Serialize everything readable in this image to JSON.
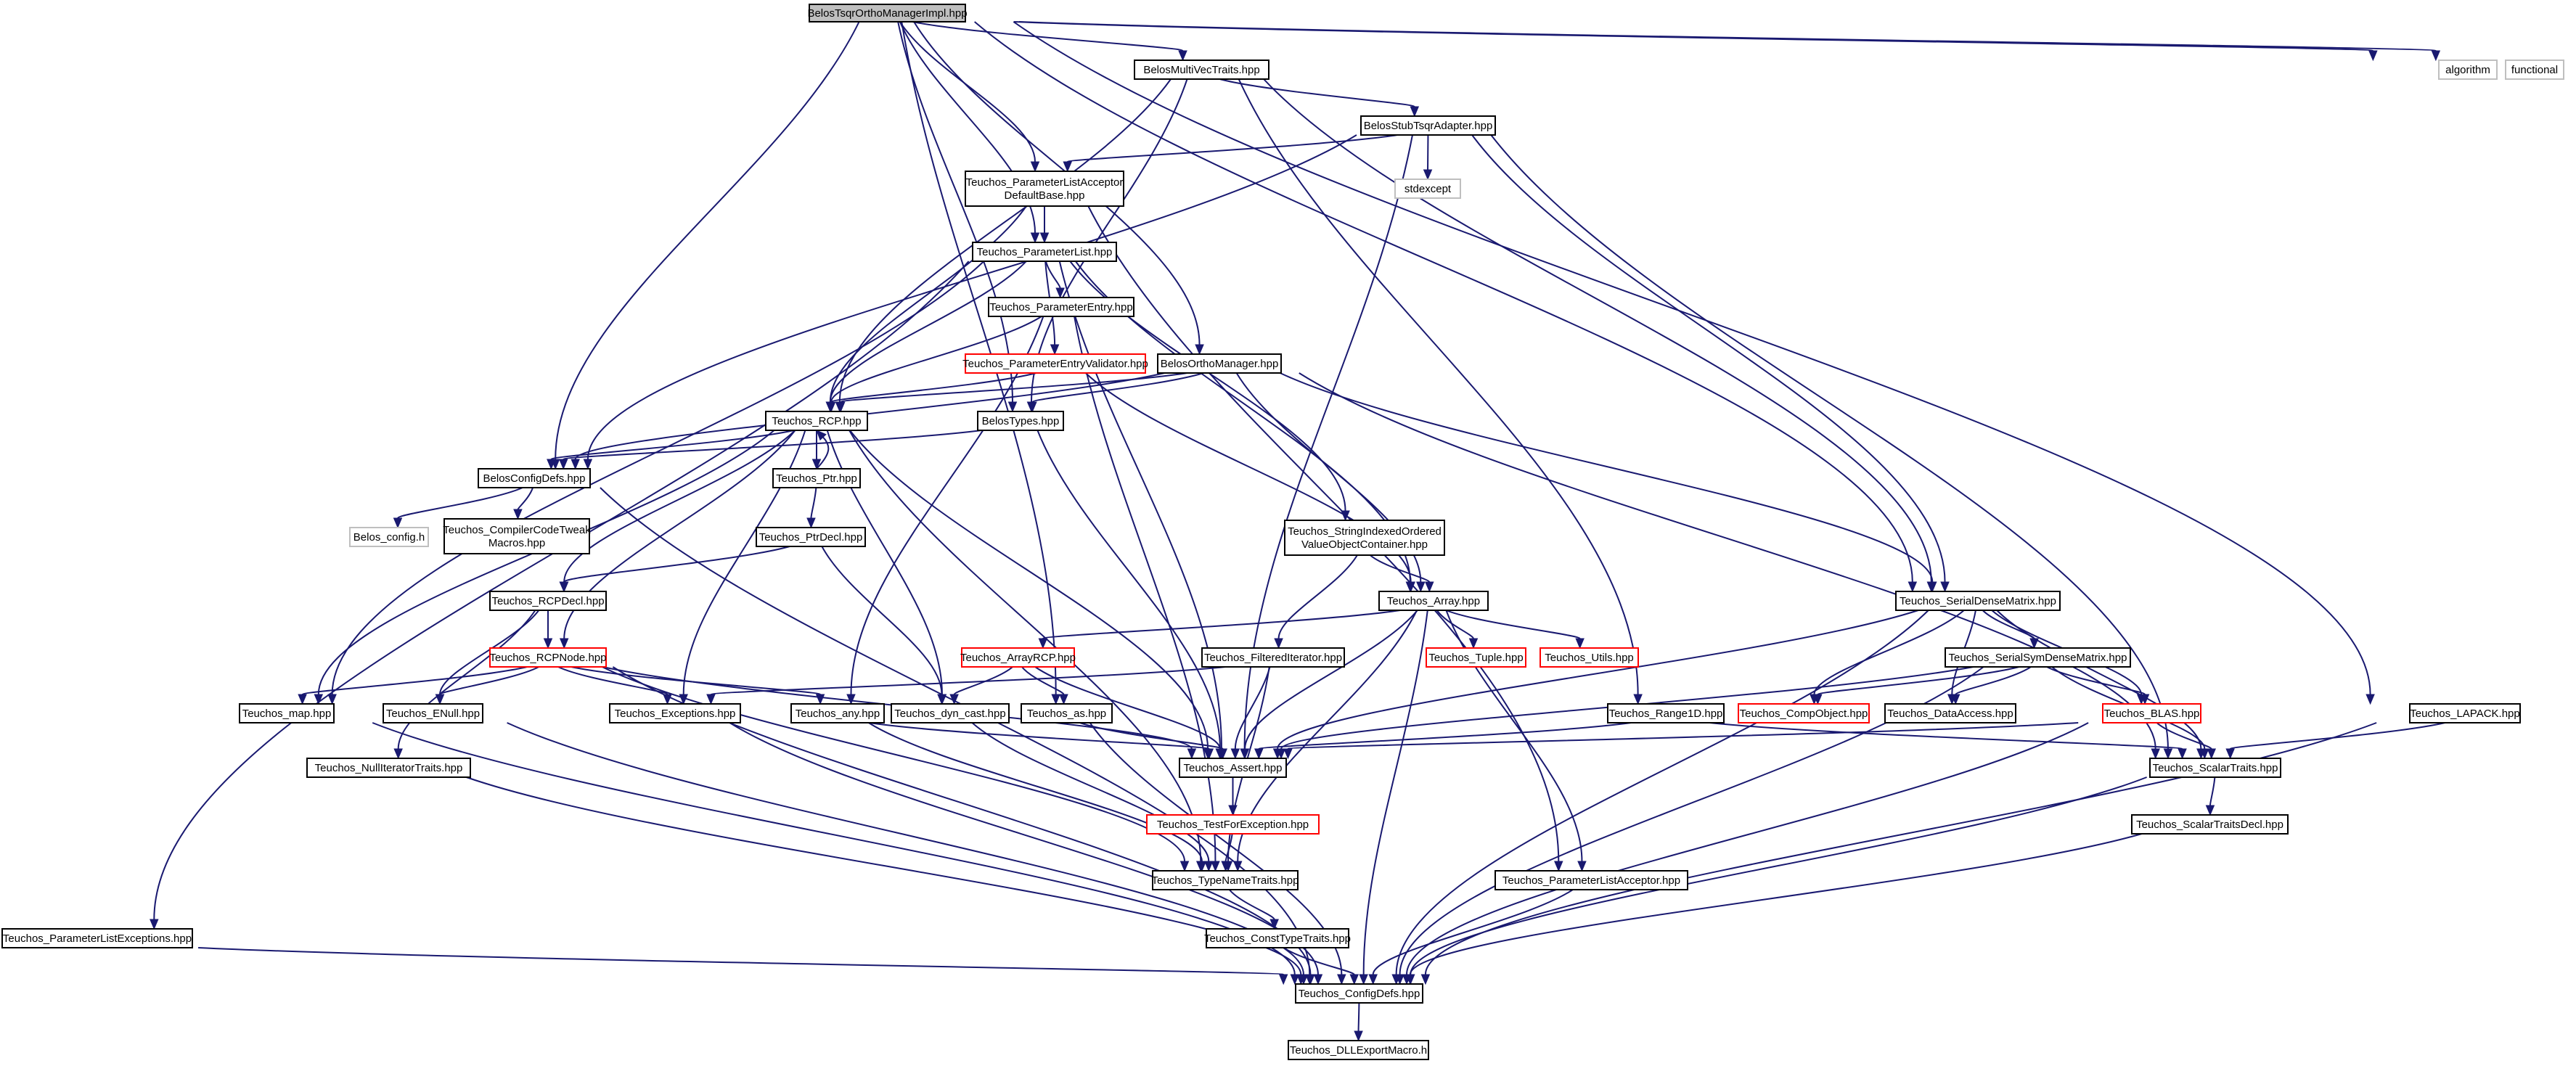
{
  "colors": {
    "edge": "#191970",
    "border_black": "#000000",
    "border_red": "#ff0000",
    "border_gray": "#bfbfbf",
    "root_fill": "#bfbfbf",
    "node_fill": "#ffffff"
  },
  "nodes": [
    {
      "id": "root",
      "lines": [
        "BelosTsqrOrthoManagerImpl.hpp"
      ],
      "style": "root"
    },
    {
      "id": "algorithm",
      "lines": [
        "algorithm"
      ],
      "style": "gray"
    },
    {
      "id": "functional",
      "lines": [
        "functional"
      ],
      "style": "gray"
    },
    {
      "id": "mvtraits",
      "lines": [
        "BelosMultiVecTraits.hpp"
      ],
      "style": "black"
    },
    {
      "id": "stubtsqr",
      "lines": [
        "BelosStubTsqrAdapter.hpp"
      ],
      "style": "black"
    },
    {
      "id": "stdexcept",
      "lines": [
        "stdexcept"
      ],
      "style": "gray"
    },
    {
      "id": "plad",
      "lines": [
        "Teuchos_ParameterListAcceptor",
        "DefaultBase.hpp"
      ],
      "style": "black"
    },
    {
      "id": "plist",
      "lines": [
        "Teuchos_ParameterList.hpp"
      ],
      "style": "black"
    },
    {
      "id": "pentry",
      "lines": [
        "Teuchos_ParameterEntry.hpp"
      ],
      "style": "black"
    },
    {
      "id": "pev",
      "lines": [
        "Teuchos_ParameterEntryValidator.hpp"
      ],
      "style": "red"
    },
    {
      "id": "orthomgr",
      "lines": [
        "BelosOrthoManager.hpp"
      ],
      "style": "black"
    },
    {
      "id": "rcp",
      "lines": [
        "Teuchos_RCP.hpp"
      ],
      "style": "black"
    },
    {
      "id": "belostypes",
      "lines": [
        "BelosTypes.hpp"
      ],
      "style": "black"
    },
    {
      "id": "ptr",
      "lines": [
        "Teuchos_Ptr.hpp"
      ],
      "style": "black"
    },
    {
      "id": "configdefs",
      "lines": [
        "BelosConfigDefs.hpp"
      ],
      "style": "black"
    },
    {
      "id": "belosconfig",
      "lines": [
        "Belos_config.h"
      ],
      "style": "gray"
    },
    {
      "id": "compilertweak",
      "lines": [
        "Teuchos_CompilerCodeTweak",
        "Macros.hpp"
      ],
      "style": "black"
    },
    {
      "id": "ptrdecl",
      "lines": [
        "Teuchos_PtrDecl.hpp"
      ],
      "style": "black"
    },
    {
      "id": "sioovc",
      "lines": [
        "Teuchos_StringIndexedOrdered",
        "ValueObjectContainer.hpp"
      ],
      "style": "black"
    },
    {
      "id": "rcpdecl",
      "lines": [
        "Teuchos_RCPDecl.hpp"
      ],
      "style": "black"
    },
    {
      "id": "array",
      "lines": [
        "Teuchos_Array.hpp"
      ],
      "style": "black"
    },
    {
      "id": "sdm",
      "lines": [
        "Teuchos_SerialDenseMatrix.hpp"
      ],
      "style": "black"
    },
    {
      "id": "rcpnode",
      "lines": [
        "Teuchos_RCPNode.hpp"
      ],
      "style": "red"
    },
    {
      "id": "arrayrcp",
      "lines": [
        "Teuchos_ArrayRCP.hpp"
      ],
      "style": "red"
    },
    {
      "id": "filtit",
      "lines": [
        "Teuchos_FilteredIterator.hpp"
      ],
      "style": "black"
    },
    {
      "id": "tuple",
      "lines": [
        "Teuchos_Tuple.hpp"
      ],
      "style": "red"
    },
    {
      "id": "utils",
      "lines": [
        "Teuchos_Utils.hpp"
      ],
      "style": "red"
    },
    {
      "id": "ssdm",
      "lines": [
        "Teuchos_SerialSymDenseMatrix.hpp"
      ],
      "style": "black"
    },
    {
      "id": "map",
      "lines": [
        "Teuchos_map.hpp"
      ],
      "style": "black"
    },
    {
      "id": "enull",
      "lines": [
        "Teuchos_ENull.hpp"
      ],
      "style": "black"
    },
    {
      "id": "exceptions",
      "lines": [
        "Teuchos_Exceptions.hpp"
      ],
      "style": "black"
    },
    {
      "id": "any",
      "lines": [
        "Teuchos_any.hpp"
      ],
      "style": "black"
    },
    {
      "id": "dyncast",
      "lines": [
        "Teuchos_dyn_cast.hpp"
      ],
      "style": "black"
    },
    {
      "id": "as",
      "lines": [
        "Teuchos_as.hpp"
      ],
      "style": "black"
    },
    {
      "id": "range1d",
      "lines": [
        "Teuchos_Range1D.hpp"
      ],
      "style": "black"
    },
    {
      "id": "compobj",
      "lines": [
        "Teuchos_CompObject.hpp"
      ],
      "style": "red"
    },
    {
      "id": "dataaccess",
      "lines": [
        "Teuchos_DataAccess.hpp"
      ],
      "style": "black"
    },
    {
      "id": "blas",
      "lines": [
        "Teuchos_BLAS.hpp"
      ],
      "style": "red"
    },
    {
      "id": "lapack",
      "lines": [
        "Teuchos_LAPACK.hpp"
      ],
      "style": "black"
    },
    {
      "id": "nullit",
      "lines": [
        "Teuchos_NullIteratorTraits.hpp"
      ],
      "style": "black"
    },
    {
      "id": "assert",
      "lines": [
        "Teuchos_Assert.hpp"
      ],
      "style": "black"
    },
    {
      "id": "scalartraits",
      "lines": [
        "Teuchos_ScalarTraits.hpp"
      ],
      "style": "black"
    },
    {
      "id": "testforexc",
      "lines": [
        "Teuchos_TestForException.hpp"
      ],
      "style": "red"
    },
    {
      "id": "stdecl",
      "lines": [
        "Teuchos_ScalarTraitsDecl.hpp"
      ],
      "style": "black"
    },
    {
      "id": "typename",
      "lines": [
        "Teuchos_TypeNameTraits.hpp"
      ],
      "style": "black"
    },
    {
      "id": "pla",
      "lines": [
        "Teuchos_ParameterListAcceptor.hpp"
      ],
      "style": "black"
    },
    {
      "id": "consttype",
      "lines": [
        "Teuchos_ConstTypeTraits.hpp"
      ],
      "style": "black"
    },
    {
      "id": "plexc",
      "lines": [
        "Teuchos_ParameterListExceptions.hpp"
      ],
      "style": "black"
    },
    {
      "id": "tconfigdefs",
      "lines": [
        "Teuchos_ConfigDefs.hpp"
      ],
      "style": "black"
    },
    {
      "id": "dllexport",
      "lines": [
        "Teuchos_DLLExportMacro.h"
      ],
      "style": "black"
    }
  ],
  "edges": [
    [
      "root",
      "mvtraits"
    ],
    [
      "root",
      "algorithm"
    ],
    [
      "root",
      "functional"
    ],
    [
      "root",
      "configdefs"
    ],
    [
      "root",
      "plad"
    ],
    [
      "root",
      "plist"
    ],
    [
      "root",
      "orthomgr"
    ],
    [
      "root",
      "belostypes"
    ],
    [
      "root",
      "as"
    ],
    [
      "root",
      "sdm"
    ],
    [
      "root",
      "lapack"
    ],
    [
      "mvtraits",
      "stubtsqr"
    ],
    [
      "mvtraits",
      "rcp"
    ],
    [
      "mvtraits",
      "belostypes"
    ],
    [
      "mvtraits",
      "sdm"
    ],
    [
      "mvtraits",
      "range1d"
    ],
    [
      "stubtsqr",
      "stdexcept"
    ],
    [
      "stubtsqr",
      "plad"
    ],
    [
      "stubtsqr",
      "configdefs"
    ],
    [
      "stubtsqr",
      "sdm"
    ],
    [
      "stubtsqr",
      "scalartraits"
    ],
    [
      "stubtsqr",
      "assert"
    ],
    [
      "plad",
      "plist"
    ],
    [
      "plad",
      "rcp"
    ],
    [
      "plad",
      "pla"
    ],
    [
      "plist",
      "pentry"
    ],
    [
      "plist",
      "pev"
    ],
    [
      "plist",
      "rcp"
    ],
    [
      "plist",
      "sioovc"
    ],
    [
      "plist",
      "array"
    ],
    [
      "plist",
      "assert"
    ],
    [
      "plist",
      "map"
    ],
    [
      "plist",
      "plexc"
    ],
    [
      "pentry",
      "rcp"
    ],
    [
      "pentry",
      "any"
    ],
    [
      "pentry",
      "typename"
    ],
    [
      "pev",
      "rcp"
    ],
    [
      "pev",
      "array"
    ],
    [
      "orthomgr",
      "rcp"
    ],
    [
      "orthomgr",
      "belostypes"
    ],
    [
      "orthomgr",
      "configdefs"
    ],
    [
      "orthomgr",
      "array"
    ],
    [
      "orthomgr",
      "sdm"
    ],
    [
      "orthomgr",
      "scalartraits"
    ],
    [
      "rcp",
      "ptr"
    ],
    [
      "rcp",
      "rcpdecl"
    ],
    [
      "rcp",
      "rcpnode"
    ],
    [
      "rcp",
      "exceptions"
    ],
    [
      "rcp",
      "dyncast"
    ],
    [
      "rcp",
      "assert"
    ],
    [
      "rcp",
      "map"
    ],
    [
      "rcp",
      "typename"
    ],
    [
      "rcp",
      "configdefs"
    ],
    [
      "belostypes",
      "configdefs"
    ],
    [
      "belostypes",
      "assert"
    ],
    [
      "ptr",
      "ptrdecl"
    ],
    [
      "ptr",
      "rcp"
    ],
    [
      "configdefs",
      "belosconfig"
    ],
    [
      "configdefs",
      "compilertweak"
    ],
    [
      "configdefs",
      "tconfigdefs"
    ],
    [
      "ptrdecl",
      "rcpdecl"
    ],
    [
      "ptrdecl",
      "dyncast"
    ],
    [
      "sioovc",
      "array"
    ],
    [
      "sioovc",
      "filtit"
    ],
    [
      "rcpdecl",
      "rcpnode"
    ],
    [
      "rcpdecl",
      "enull"
    ],
    [
      "rcpdecl",
      "nullit"
    ],
    [
      "rcpnode",
      "map"
    ],
    [
      "rcpnode",
      "enull"
    ],
    [
      "rcpnode",
      "exceptions"
    ],
    [
      "rcpnode",
      "any"
    ],
    [
      "rcpnode",
      "assert"
    ],
    [
      "rcpnode",
      "typename"
    ],
    [
      "rcpnode",
      "tconfigdefs"
    ],
    [
      "array",
      "arrayrcp"
    ],
    [
      "array",
      "tuple"
    ],
    [
      "array",
      "utils"
    ],
    [
      "array",
      "assert"
    ],
    [
      "array",
      "typename"
    ],
    [
      "array",
      "tconfigdefs"
    ],
    [
      "array",
      "pla"
    ],
    [
      "sdm",
      "ssdm"
    ],
    [
      "sdm",
      "compobj"
    ],
    [
      "sdm",
      "dataaccess"
    ],
    [
      "sdm",
      "blas"
    ],
    [
      "sdm",
      "scalartraits"
    ],
    [
      "sdm",
      "assert"
    ],
    [
      "sdm",
      "tconfigdefs"
    ],
    [
      "arrayrcp",
      "dyncast"
    ],
    [
      "arrayrcp",
      "as"
    ],
    [
      "arrayrcp",
      "assert"
    ],
    [
      "filtit",
      "exceptions"
    ],
    [
      "filtit",
      "assert"
    ],
    [
      "filtit",
      "typename"
    ],
    [
      "ssdm",
      "compobj"
    ],
    [
      "ssdm",
      "dataaccess"
    ],
    [
      "ssdm",
      "blas"
    ],
    [
      "ssdm",
      "scalartraits"
    ],
    [
      "ssdm",
      "assert"
    ],
    [
      "ssdm",
      "tconfigdefs"
    ],
    [
      "map",
      "tconfigdefs"
    ],
    [
      "enull",
      "tconfigdefs"
    ],
    [
      "exceptions",
      "tconfigdefs"
    ],
    [
      "any",
      "assert"
    ],
    [
      "any",
      "typename"
    ],
    [
      "dyncast",
      "typename"
    ],
    [
      "as",
      "assert"
    ],
    [
      "as",
      "tconfigdefs"
    ],
    [
      "range1d",
      "assert"
    ],
    [
      "range1d",
      "scalartraits"
    ],
    [
      "blas",
      "assert"
    ],
    [
      "blas",
      "scalartraits"
    ],
    [
      "blas",
      "tconfigdefs"
    ],
    [
      "lapack",
      "scalartraits"
    ],
    [
      "lapack",
      "tconfigdefs"
    ],
    [
      "nullit",
      "tconfigdefs"
    ],
    [
      "assert",
      "testforexc"
    ],
    [
      "testforexc",
      "typename"
    ],
    [
      "scalartraits",
      "stdecl"
    ],
    [
      "scalartraits",
      "tconfigdefs"
    ],
    [
      "stdecl",
      "tconfigdefs"
    ],
    [
      "typename",
      "consttype"
    ],
    [
      "consttype",
      "tconfigdefs"
    ],
    [
      "pla",
      "tconfigdefs"
    ],
    [
      "plexc",
      "tconfigdefs"
    ],
    [
      "tconfigdefs",
      "dllexport"
    ]
  ]
}
